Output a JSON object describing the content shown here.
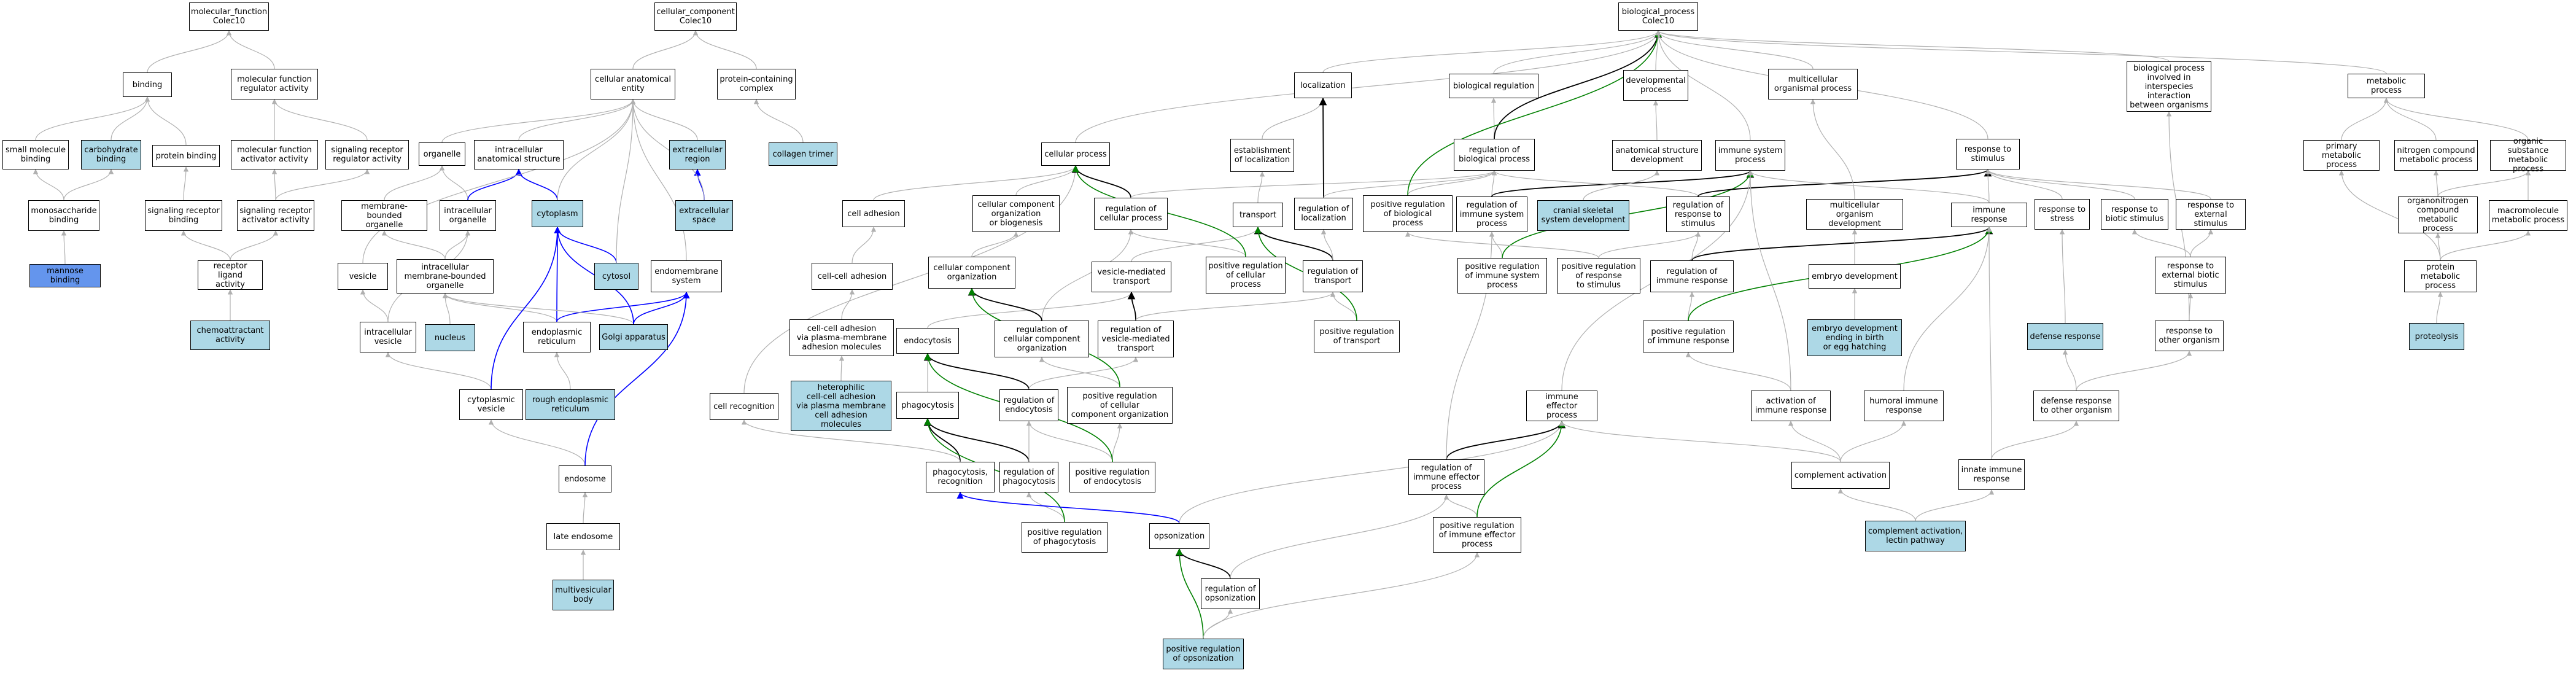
{
  "colors": {
    "edge": "#b0b0b0",
    "strong": "#000000",
    "positive": "#008000",
    "part_of": "#0000ff",
    "highlight": "#add8e6",
    "highlight_strong": "#6495ed"
  },
  "nodes": {
    "bp": "biological_process\nColec10",
    "mf": "molecular_function\nColec10",
    "cc": "cellular_component\nColec10",
    "binding": "binding",
    "mfra": "molecular function\nregulator activity",
    "smb": "small molecule\nbinding",
    "cb": "carbohydrate\nbinding",
    "pb": "protein binding",
    "mfaa": "molecular function\nactivator activity",
    "srra": "signaling receptor\nregulator activity",
    "msb": "monosaccharide\nbinding",
    "srb": "signaling receptor\nbinding",
    "sraa": "signaling receptor\nactivator activity",
    "mannose": "mannose binding",
    "rla": "receptor ligand\nactivity",
    "chemo": "chemoattractant\nactivity",
    "cae": "cellular anatomical\nentity",
    "pcc": "protein-containing\ncomplex",
    "collagen": "collagen trimer",
    "organelle": "organelle",
    "ias": "intracellular\nanatomical structure",
    "ecr": "extracellular\nregion",
    "ecs": "extracellular\nspace",
    "mbo": "membrane-bounded\norganelle",
    "io": "intracellular\norganelle",
    "cytoplasm": "cytoplasm",
    "vesicle": "vesicle",
    "imbo": "intracellular\nmembrane-bounded\norganelle",
    "cytosol": "cytosol",
    "endomem": "endomembrane\nsystem",
    "iv": "intracellular\nvesicle",
    "nucleus": "nucleus",
    "er": "endoplasmic\nreticulum",
    "golgi": "Golgi apparatus",
    "cv": "cytoplasmic\nvesicle",
    "rer": "rough endoplasmic\nreticulum",
    "endosome": "endosome",
    "le": "late endosome",
    "mvb": "multivesicular\nbody",
    "cp": "cellular process",
    "ca": "cell adhesion",
    "cca": "cell-cell adhesion",
    "ccapam": "cell-cell adhesion\nvia plasma-membrane\nadhesion molecules",
    "hcca": "heterophilic\ncell-cell adhesion\nvia plasma membrane\ncell adhesion\nmolecules",
    "cr": "cell recognition",
    "ccob": "cellular component\norganization\nor biogenesis",
    "cco": "cellular component\norganization",
    "rcp": "regulation of\ncellular process",
    "endocytosis": "endocytosis",
    "rcco": "regulation of\ncellular component\norganization",
    "phagocytosis": "phagocytosis",
    "re": "regulation of\nendocytosis",
    "prcco": "positive regulation\nof cellular\ncomponent organization",
    "phagorec": "phagocytosis,\nrecognition",
    "rphago": "regulation of\nphagocytosis",
    "pre": "positive regulation\nof endocytosis",
    "prphago": "positive regulation\nof phagocytosis",
    "opsonization": "opsonization",
    "ro": "regulation of\nopsonization",
    "pro": "positive regulation\nof opsonization",
    "eol": "establishment\nof localization",
    "transport": "transport",
    "vmt": "vesicle-mediated\ntransport",
    "rvmt": "regulation of\nvesicle-mediated\ntransport",
    "prcp": "positive regulation\nof cellular\nprocess",
    "localization": "localization",
    "rol": "regulation of\nlocalization",
    "rot": "regulation of\ntransport",
    "prt": "positive regulation\nof transport",
    "br": "biological regulation",
    "rbp": "regulation of\nbiological process",
    "prbp": "positive regulation\nof biological\nprocess",
    "dp": "developmental\nprocess",
    "asd": "anatomical structure\ndevelopment",
    "csd": "cranial skeletal\nsystem development",
    "isp": "immune system\nprocess",
    "risp": "regulation of\nimmune system\nprocess",
    "prisp": "positive regulation\nof immune system\nprocess",
    "rrs": "regulation of\nresponse to\nstimulus",
    "prrs": "positive regulation\nof response\nto stimulus",
    "rir": "regulation of\nimmune response",
    "prir": "positive regulation\nof immune response",
    "mop": "multicellular\norganismal process",
    "mod": "multicellular\norganism development",
    "ed": "embryo development",
    "edeb": "embryo development\nending in birth\nor egg hatching",
    "iep": "immune effector\nprocess",
    "riep": "regulation of\nimmune effector\nprocess",
    "priep": "positive regulation\nof immune effector\nprocess",
    "air": "activation of\nimmune response",
    "hir": "humoral immune\nresponse",
    "compact": "complement activation",
    "compactlp": "complement activation,\nlectin pathway",
    "bpint": "biological process\ninvolved in\ninterspecies\ninteraction\nbetween organisms",
    "rts": "response to\nstimulus",
    "ir": "immune response",
    "rtstress": "response to\nstress",
    "rbs": "response to\nbiotic stimulus",
    "res": "response to\nexternal stimulus",
    "rebs": "response to\nexternal biotic\nstimulus",
    "rto": "response to\nother organism",
    "dr": "defense response",
    "drto": "defense response\nto other organism",
    "iir": "innate immune\nresponse",
    "mp": "metabolic process",
    "pmp": "primary metabolic\nprocess",
    "ncmp": "nitrogen compound\nmetabolic process",
    "osmp": "organic substance\nmetabolic process",
    "ocmp": "organonitrogen\ncompound metabolic\nprocess",
    "mmp": "macromolecule\nmetabolic process",
    "protmp": "protein metabolic\nprocess",
    "proteolysis": "proteolysis"
  }
}
